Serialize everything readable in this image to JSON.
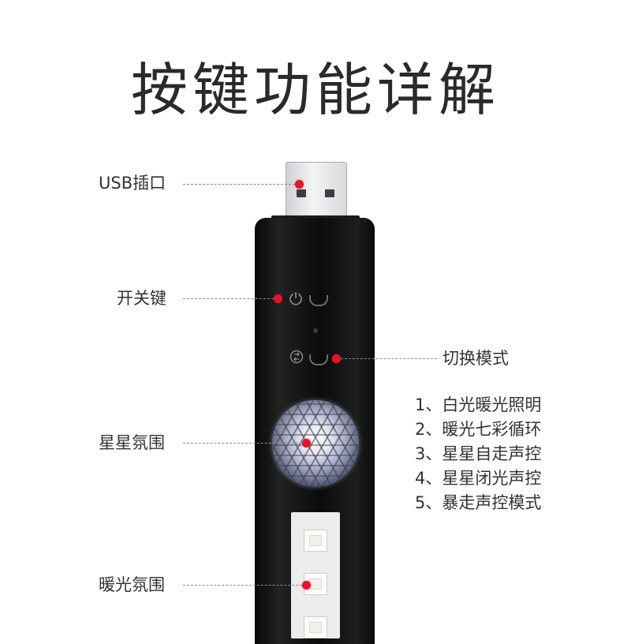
{
  "title": "按键功能详解",
  "labels": {
    "usb_port": "USB插口",
    "power_key": "开关键",
    "mode_switch": "切换模式",
    "star_ambience": "星星氛围",
    "warm_ambience": "暖光氛围"
  },
  "modes": [
    "1、白光暖光照明",
    "2、暖光七彩循环",
    "3、星星自走声控",
    "4、星星闭光声控",
    "5、暴走声控模式"
  ],
  "icons": {
    "power": "power-icon",
    "mode": "mode-icon"
  },
  "colors": {
    "marker": "#e8122a",
    "device_body": "#111111",
    "text": "#333333"
  }
}
